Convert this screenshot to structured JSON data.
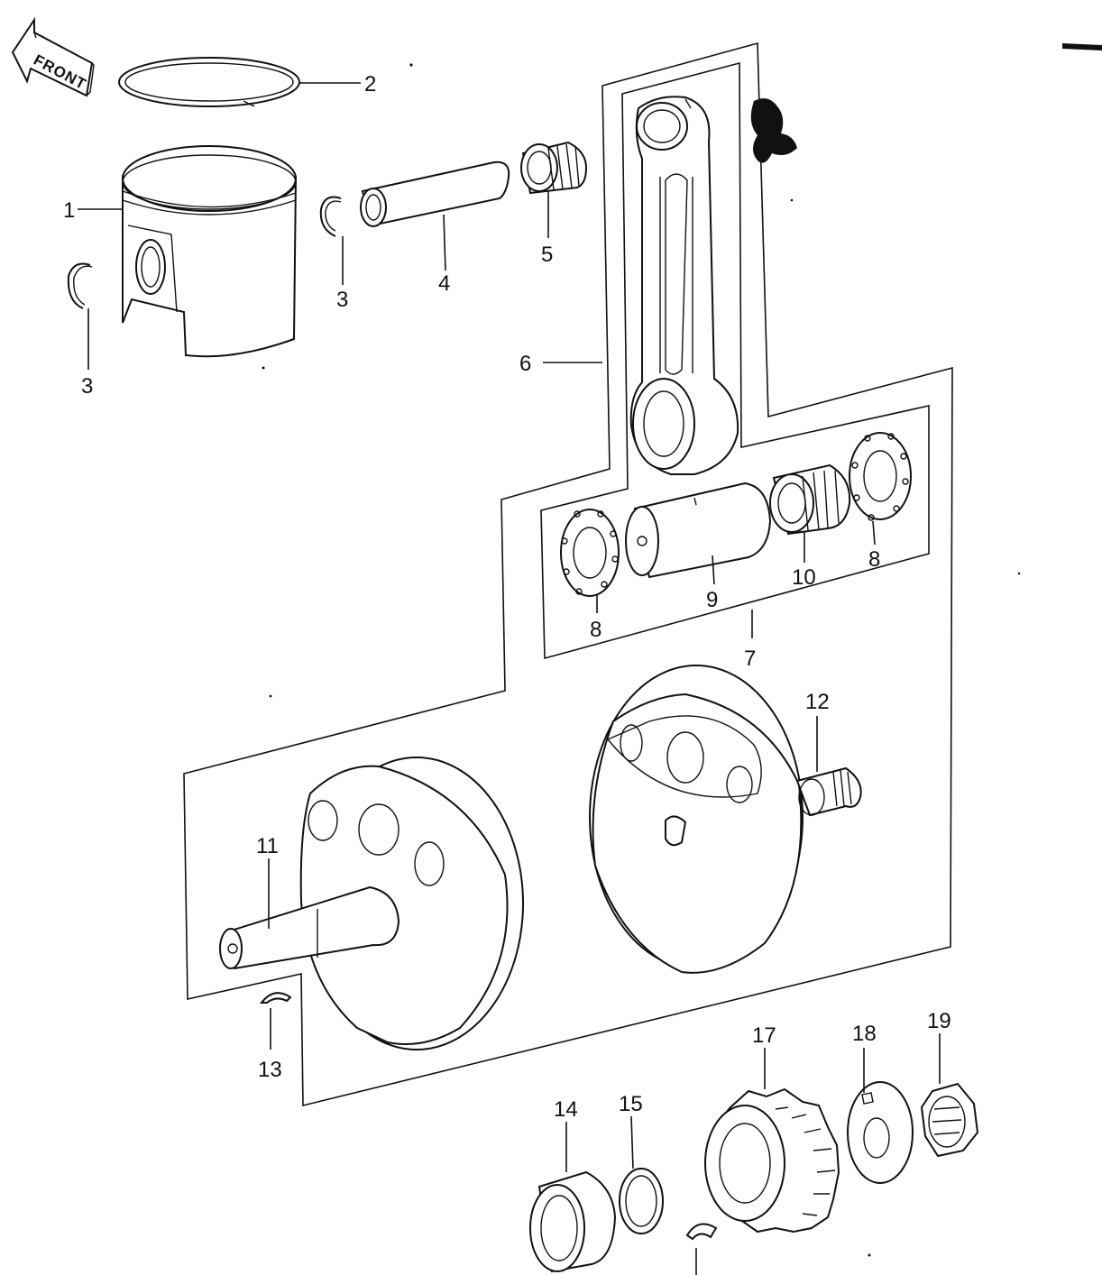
{
  "front_label": "FRONT",
  "callouts": {
    "n1": "1",
    "n2": "2",
    "n3a": "3",
    "n3b": "3",
    "n4": "4",
    "n5": "5",
    "n6": "6",
    "n7": "7",
    "n8a": "8",
    "n8b": "8",
    "n9": "9",
    "n10": "10",
    "n11": "11",
    "n12": "12",
    "n13": "13",
    "n14": "14",
    "n15": "15",
    "n17": "17",
    "n18": "18",
    "n19": "19"
  },
  "parts": [
    {
      "ref": "1",
      "icon": "piston-icon"
    },
    {
      "ref": "2",
      "icon": "piston-ring-icon"
    },
    {
      "ref": "3",
      "icon": "circlip-icon"
    },
    {
      "ref": "4",
      "icon": "piston-pin-icon"
    },
    {
      "ref": "5",
      "icon": "needle-bearing-icon"
    },
    {
      "ref": "6",
      "icon": "connecting-rod-icon"
    },
    {
      "ref": "7",
      "icon": "crankpin-set-bracket"
    },
    {
      "ref": "8",
      "icon": "thrust-washer-icon"
    },
    {
      "ref": "9",
      "icon": "crankpin-icon"
    },
    {
      "ref": "10",
      "icon": "big-end-bearing-icon"
    },
    {
      "ref": "11",
      "icon": "left-flywheel-icon"
    },
    {
      "ref": "12",
      "icon": "right-flywheel-icon"
    },
    {
      "ref": "13",
      "icon": "woodruff-key-icon"
    },
    {
      "ref": "14",
      "icon": "collar-icon"
    },
    {
      "ref": "15",
      "icon": "o-ring-icon"
    },
    {
      "ref": "17",
      "icon": "primary-gear-icon"
    },
    {
      "ref": "18",
      "icon": "lock-washer-icon"
    },
    {
      "ref": "19",
      "icon": "nut-icon"
    }
  ]
}
